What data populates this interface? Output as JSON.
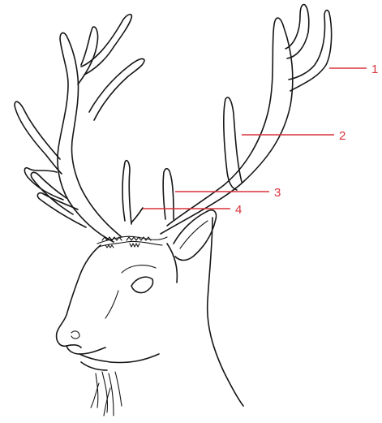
{
  "accent_color": "#d8323c",
  "line_color": "#161616",
  "callouts": [
    {
      "number": "1"
    },
    {
      "number": "2"
    },
    {
      "number": "3"
    },
    {
      "number": "4"
    }
  ]
}
